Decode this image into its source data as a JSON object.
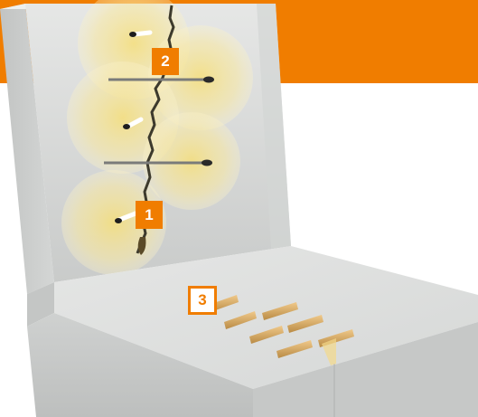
{
  "markers": {
    "m1": "1",
    "m2": "2",
    "m3": "3"
  },
  "colors": {
    "accent": "#f07d00",
    "concrete": "#dcdddc",
    "glow": "#f8e48a",
    "wood": "#d8a860"
  }
}
